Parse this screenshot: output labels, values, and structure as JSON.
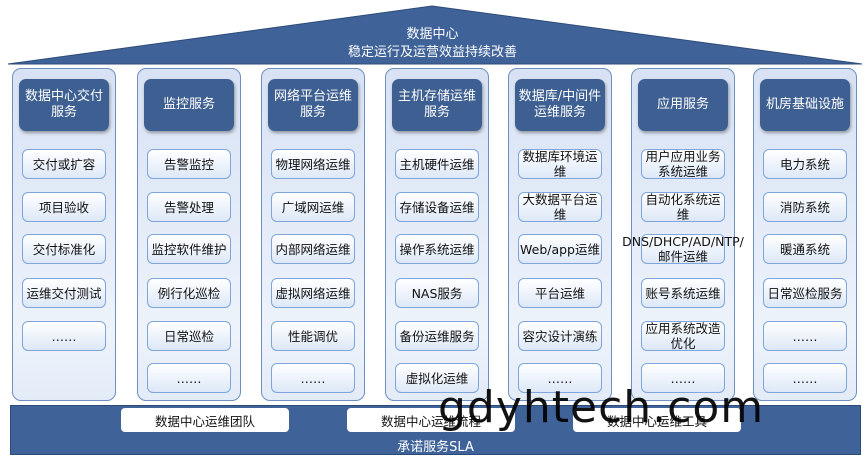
{
  "roof": {
    "title": "数据中心",
    "subtitle": "稳定运行及运营效益持续改善"
  },
  "columns": [
    {
      "title": "数据中心交付服务",
      "items": [
        "交付或扩容",
        "项目验收",
        "交付标准化",
        "运维交付测试",
        "……"
      ]
    },
    {
      "title": "监控服务",
      "items": [
        "告警监控",
        "告警处理",
        "监控软件维护",
        "例行化巡检",
        "日常巡检",
        "……"
      ]
    },
    {
      "title": "网络平台运维服务",
      "items": [
        "物理网络运维",
        "广域网运维",
        "内部网络运维",
        "虚拟网络运维",
        "性能调优",
        "……"
      ]
    },
    {
      "title": "主机存储运维服务",
      "items": [
        "主机硬件运维",
        "存储设备运维",
        "操作系统运维",
        "NAS服务",
        "备份运维服务",
        "虚拟化运维"
      ]
    },
    {
      "title": "数据库/中间件运维服务",
      "items": [
        "数据库环境运维",
        "大数据平台运维",
        "Web/app运维",
        "平台运维",
        "容灾设计演练",
        "……"
      ]
    },
    {
      "title": "应用服务",
      "items": [
        "用户应用业务系统运维",
        "自动化系统运维",
        "DNS/DHCP/AD/NTP/邮件运维",
        "账号系统运维",
        "应用系统改造优化",
        "……"
      ]
    },
    {
      "title": "机房基础设施",
      "items": [
        "电力系统",
        "消防系统",
        "暖通系统",
        "日常巡检服务",
        "……",
        "……"
      ]
    }
  ],
  "base": {
    "teams": [
      "数据中心运维团队",
      "数据中心运维流程",
      "数据中心运维工具"
    ],
    "sla": "承诺服务SLA"
  },
  "watermark": "gdyhtech.com",
  "colors": {
    "header": "#3e5f91",
    "roof": "#3f6399",
    "base": "#3f6399",
    "item_border": "#7ea6dc"
  }
}
